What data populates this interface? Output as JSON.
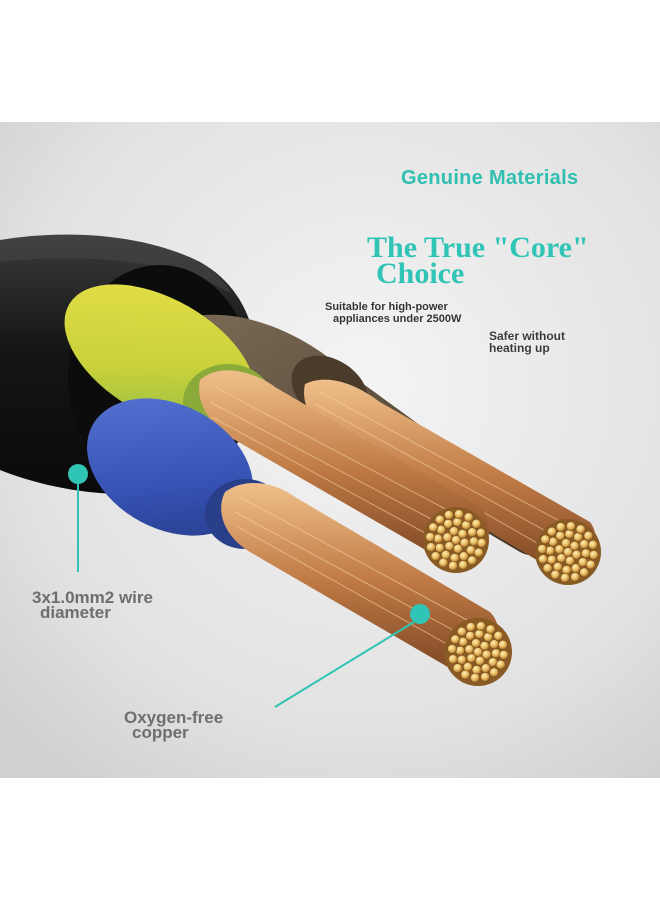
{
  "image": {
    "headline": "Genuine Materials",
    "title_line1": "The True \"Core\"",
    "title_line2": "Choice",
    "feature_power_line1": "Suitable for high-power",
    "feature_power_line2": "appliances under 2500W",
    "feature_safety_line1": "Safer without",
    "feature_safety_line2": "heating up",
    "callout_diameter_line1": "3x1.0mm2 wire",
    "callout_diameter_line2": "diameter",
    "callout_copper_line1": "Oxygen-free",
    "callout_copper_line2": "copper"
  },
  "colors": {
    "accent": "#2fc4b5",
    "jacket": "#1c1c1c",
    "earth_wire": "#c8d63a",
    "neutral_wire": "#3d5ab8",
    "live_wire": "#5a4a3a",
    "copper": "#c98a55"
  }
}
